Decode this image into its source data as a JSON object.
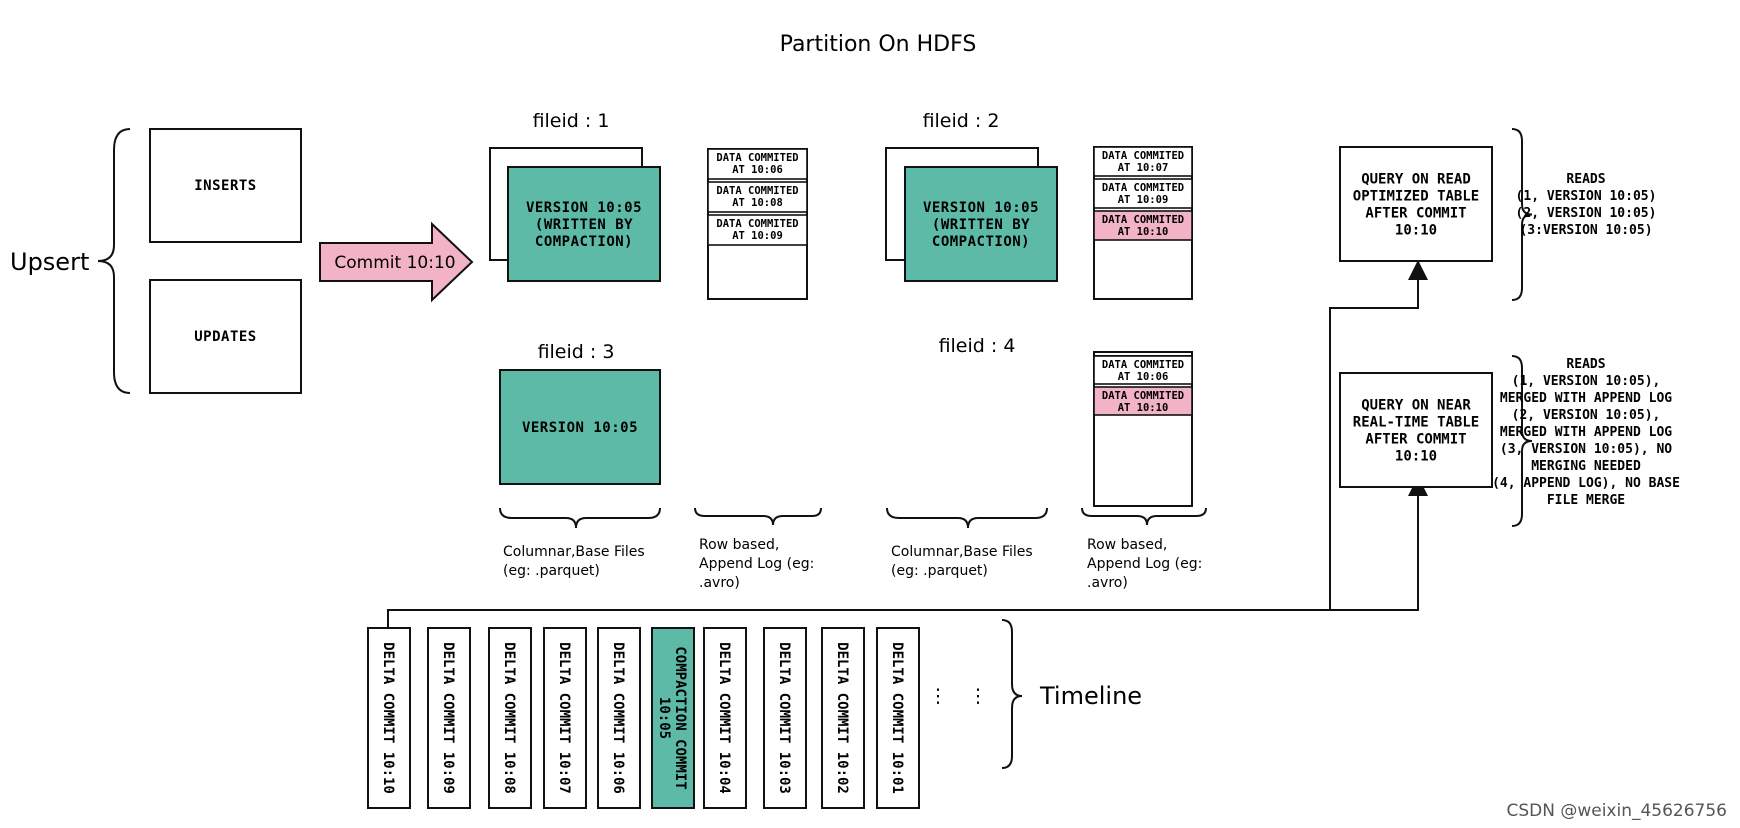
{
  "title": "Partition On HDFS",
  "upsert": {
    "label": "Upsert",
    "inserts": "INSERTS",
    "updates": "UPDATES"
  },
  "commit_arrow": "Commit 10:10",
  "file_groups": [
    {
      "label": "fileid : 1",
      "base_lines": [
        "VERSION 10:05",
        "(WRITTEN BY",
        "COMPACTION)"
      ],
      "log": [
        {
          "lines": [
            "DATA COMMITED",
            "AT 10:06"
          ],
          "highlight": false
        },
        {
          "lines": [
            "DATA COMMITED",
            "AT 10:08"
          ],
          "highlight": false
        },
        {
          "lines": [
            "DATA COMMITED",
            "AT 10:09"
          ],
          "highlight": false
        }
      ]
    },
    {
      "label": "fileid : 2",
      "base_lines": [
        "VERSION 10:05",
        "(WRITTEN BY",
        "COMPACTION)"
      ],
      "log": [
        {
          "lines": [
            "DATA COMMITED",
            "AT 10:07"
          ],
          "highlight": false
        },
        {
          "lines": [
            "DATA COMMITED",
            "AT 10:09"
          ],
          "highlight": false
        },
        {
          "lines": [
            "DATA COMMITED",
            "AT 10:10"
          ],
          "highlight": true
        }
      ]
    },
    {
      "label": "fileid : 3",
      "base_lines": [
        "VERSION 10:05"
      ],
      "log": []
    },
    {
      "label": "fileid : 4",
      "base_lines": [],
      "log": [
        {
          "lines": [
            "DATA COMMITED",
            "AT 10:06"
          ],
          "highlight": false
        },
        {
          "lines": [
            "DATA COMMITED",
            "AT 10:10"
          ],
          "highlight": true
        }
      ]
    }
  ],
  "captions": {
    "columnar": [
      "Columnar,Base Files",
      "(eg: .parquet)"
    ],
    "rowbased": [
      "Row based,",
      "Append Log  (eg:",
      ".avro)"
    ]
  },
  "queries": [
    {
      "lines": [
        "QUERY ON READ",
        "OPTIMIZED TABLE",
        "AFTER COMMIT",
        "10:10"
      ],
      "reads": [
        "READS",
        "(1, VERSION 10:05)",
        "(2, VERSION 10:05)",
        "(3:VERSION 10:05)"
      ]
    },
    {
      "lines": [
        "QUERY ON NEAR",
        "REAL-TIME TABLE",
        "AFTER COMMIT",
        "10:10"
      ],
      "reads": [
        "READS",
        "(1, VERSION 10:05),",
        "MERGED WITH APPEND LOG",
        "(2, VERSION 10:05),",
        "MERGED WITH APPEND LOG",
        "(3, VERSION 10:05), NO",
        "MERGING NEEDED",
        "(4, APPEND LOG), NO BASE",
        "FILE MERGE"
      ]
    }
  ],
  "timeline": {
    "label": "Timeline",
    "commits": [
      {
        "text": "DELTA COMMIT  10:10",
        "compaction": false
      },
      {
        "text": "DELTA COMMIT  10:09",
        "compaction": false
      },
      {
        "text": "DELTA COMMIT  10:08",
        "compaction": false
      },
      {
        "text": "DELTA COMMIT  10:07",
        "compaction": false
      },
      {
        "text": "DELTA COMMIT  10:06",
        "compaction": false
      },
      {
        "text": "COMPACTION COMMIT|10:05",
        "compaction": true
      },
      {
        "text": "DELTA COMMIT  10:04",
        "compaction": false
      },
      {
        "text": "DELTA COMMIT  10:03",
        "compaction": false
      },
      {
        "text": "DELTA COMMIT  10:02",
        "compaction": false
      },
      {
        "text": "DELTA COMMIT  10:01",
        "compaction": false
      }
    ],
    "ellipsis": "⋮"
  },
  "watermark": "CSDN @weixin_45626756",
  "colors": {
    "teal": "#5cbaa6",
    "pink": "#f3b3c6",
    "stroke": "#111111"
  }
}
